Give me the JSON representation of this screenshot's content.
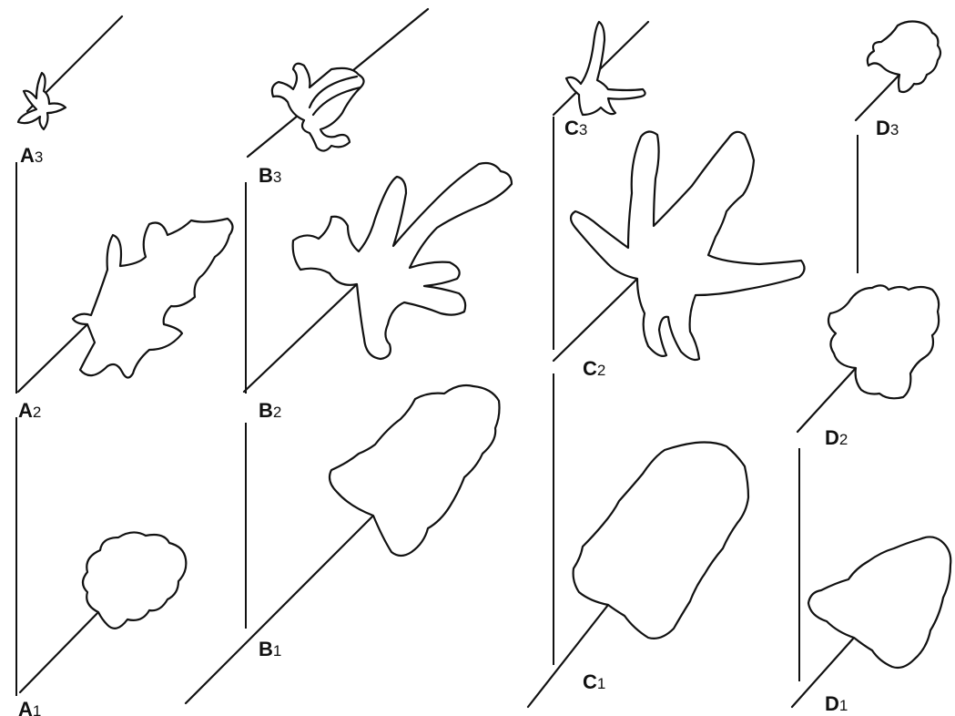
{
  "labels": {
    "a3": {
      "letter": "A",
      "index": "3"
    },
    "a2": {
      "letter": "A",
      "index": "2"
    },
    "a1": {
      "letter": "A",
      "index": "1"
    },
    "b3": {
      "letter": "B",
      "index": "3"
    },
    "b2": {
      "letter": "B",
      "index": "2"
    },
    "b1": {
      "letter": "B",
      "index": "1"
    },
    "c3": {
      "letter": "C",
      "index": "3"
    },
    "c2": {
      "letter": "C",
      "index": "2"
    },
    "c1": {
      "letter": "C",
      "index": "1"
    },
    "d3": {
      "letter": "D",
      "index": "3"
    },
    "d2": {
      "letter": "D",
      "index": "2"
    },
    "d1": {
      "letter": "D",
      "index": "1"
    }
  },
  "colors": {
    "ink": "#111111",
    "background": "#ffffff"
  }
}
